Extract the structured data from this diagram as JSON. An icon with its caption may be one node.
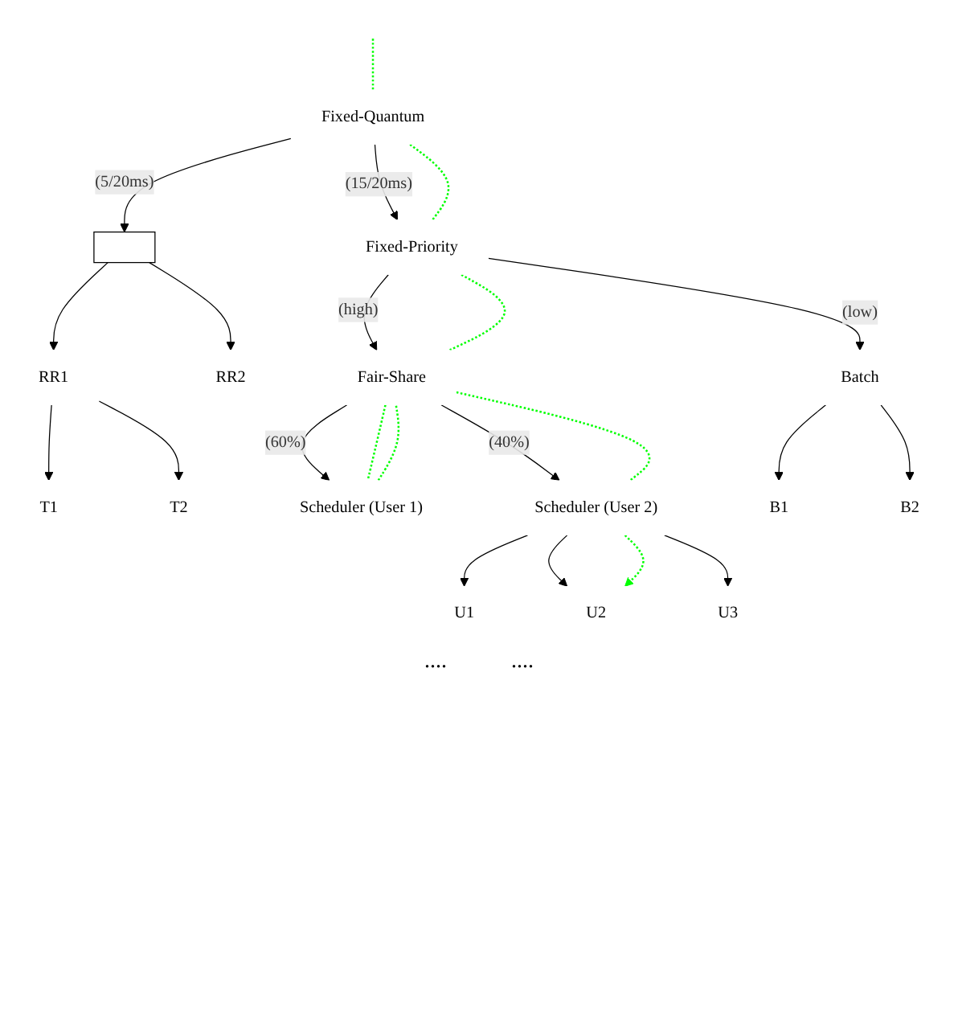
{
  "diagram": {
    "nodes": [
      {
        "text": [
          "Fixed-Quantum"
        ]
      },
      {
        "text": [],
        "shape": "box"
      },
      {
        "text": [
          "Fixed-Priority"
        ]
      },
      {
        "text": [
          "RR1"
        ]
      },
      {
        "text": [
          "RR2"
        ]
      },
      {
        "text": [
          "T1"
        ]
      },
      {
        "text": [
          "T2"
        ]
      },
      {
        "text": [
          "Fair-Share"
        ]
      },
      {
        "text": [
          "Batch"
        ]
      },
      {
        "text": [
          "Scheduler (User 1)"
        ]
      },
      {
        "text": [
          "Scheduler (User 2)"
        ]
      },
      {
        "text": [
          "B1"
        ]
      },
      {
        "text": [
          "B2"
        ]
      },
      {
        "text": [
          "U1"
        ]
      },
      {
        "text": [
          "U2"
        ]
      },
      {
        "text": [
          "U3"
        ]
      }
    ],
    "edges": [
      {
        "from": 0,
        "to": 1,
        "arrow": "to",
        "label": "(5/20ms)"
      },
      {
        "from": 0,
        "to": 2,
        "arrow": "to",
        "label": "(15/20ms)"
      },
      {
        "from": 1,
        "to": 3,
        "arrow": "to"
      },
      {
        "from": 1,
        "to": 4,
        "arrow": "to"
      },
      {
        "from": 3,
        "to": 5,
        "arrow": "to"
      },
      {
        "from": 3,
        "to": 6,
        "arrow": "to"
      },
      {
        "from": 2,
        "to": 7,
        "arrow": "to",
        "label": "(high)"
      },
      {
        "from": 2,
        "to": 8,
        "arrow": "to",
        "label": "(low)"
      },
      {
        "from": 7,
        "to": 9,
        "arrow": "to",
        "label": "(60%)"
      },
      {
        "from": 7,
        "to": 10,
        "arrow": "to",
        "label": "(40%)"
      },
      {
        "from": 8,
        "to": 11,
        "arrow": "to"
      },
      {
        "from": 8,
        "to": 12,
        "arrow": "to"
      },
      {
        "from": 10,
        "to": 13,
        "arrow": "to"
      },
      {
        "from": 10,
        "to": 14,
        "arrow": "to"
      },
      {
        "from": 10,
        "to": 15,
        "arrow": "to"
      },
      {
        "from": null,
        "to": 0,
        "arrow": "none",
        "style": "dashed",
        "color": "#00ff00"
      },
      {
        "from": 0,
        "to": 2,
        "arrow": "none",
        "style": "dashed",
        "color": "#00ff00"
      },
      {
        "from": 2,
        "to": 7,
        "arrow": "none",
        "style": "dashed",
        "color": "#00ff00"
      },
      {
        "from": 7,
        "to": 9,
        "arrow": "none",
        "style": "dashed",
        "color": "#00ff00"
      },
      {
        "from": 9,
        "to": 7,
        "arrow": "none",
        "style": "dashed",
        "color": "#00ff00"
      },
      {
        "from": 7,
        "to": 10,
        "arrow": "none",
        "style": "dashed",
        "color": "#00ff00"
      },
      {
        "from": 10,
        "to": 14,
        "arrow": "to",
        "style": "dashed",
        "color": "#00ff00"
      }
    ],
    "labels": [
      "....",
      "...."
    ]
  }
}
